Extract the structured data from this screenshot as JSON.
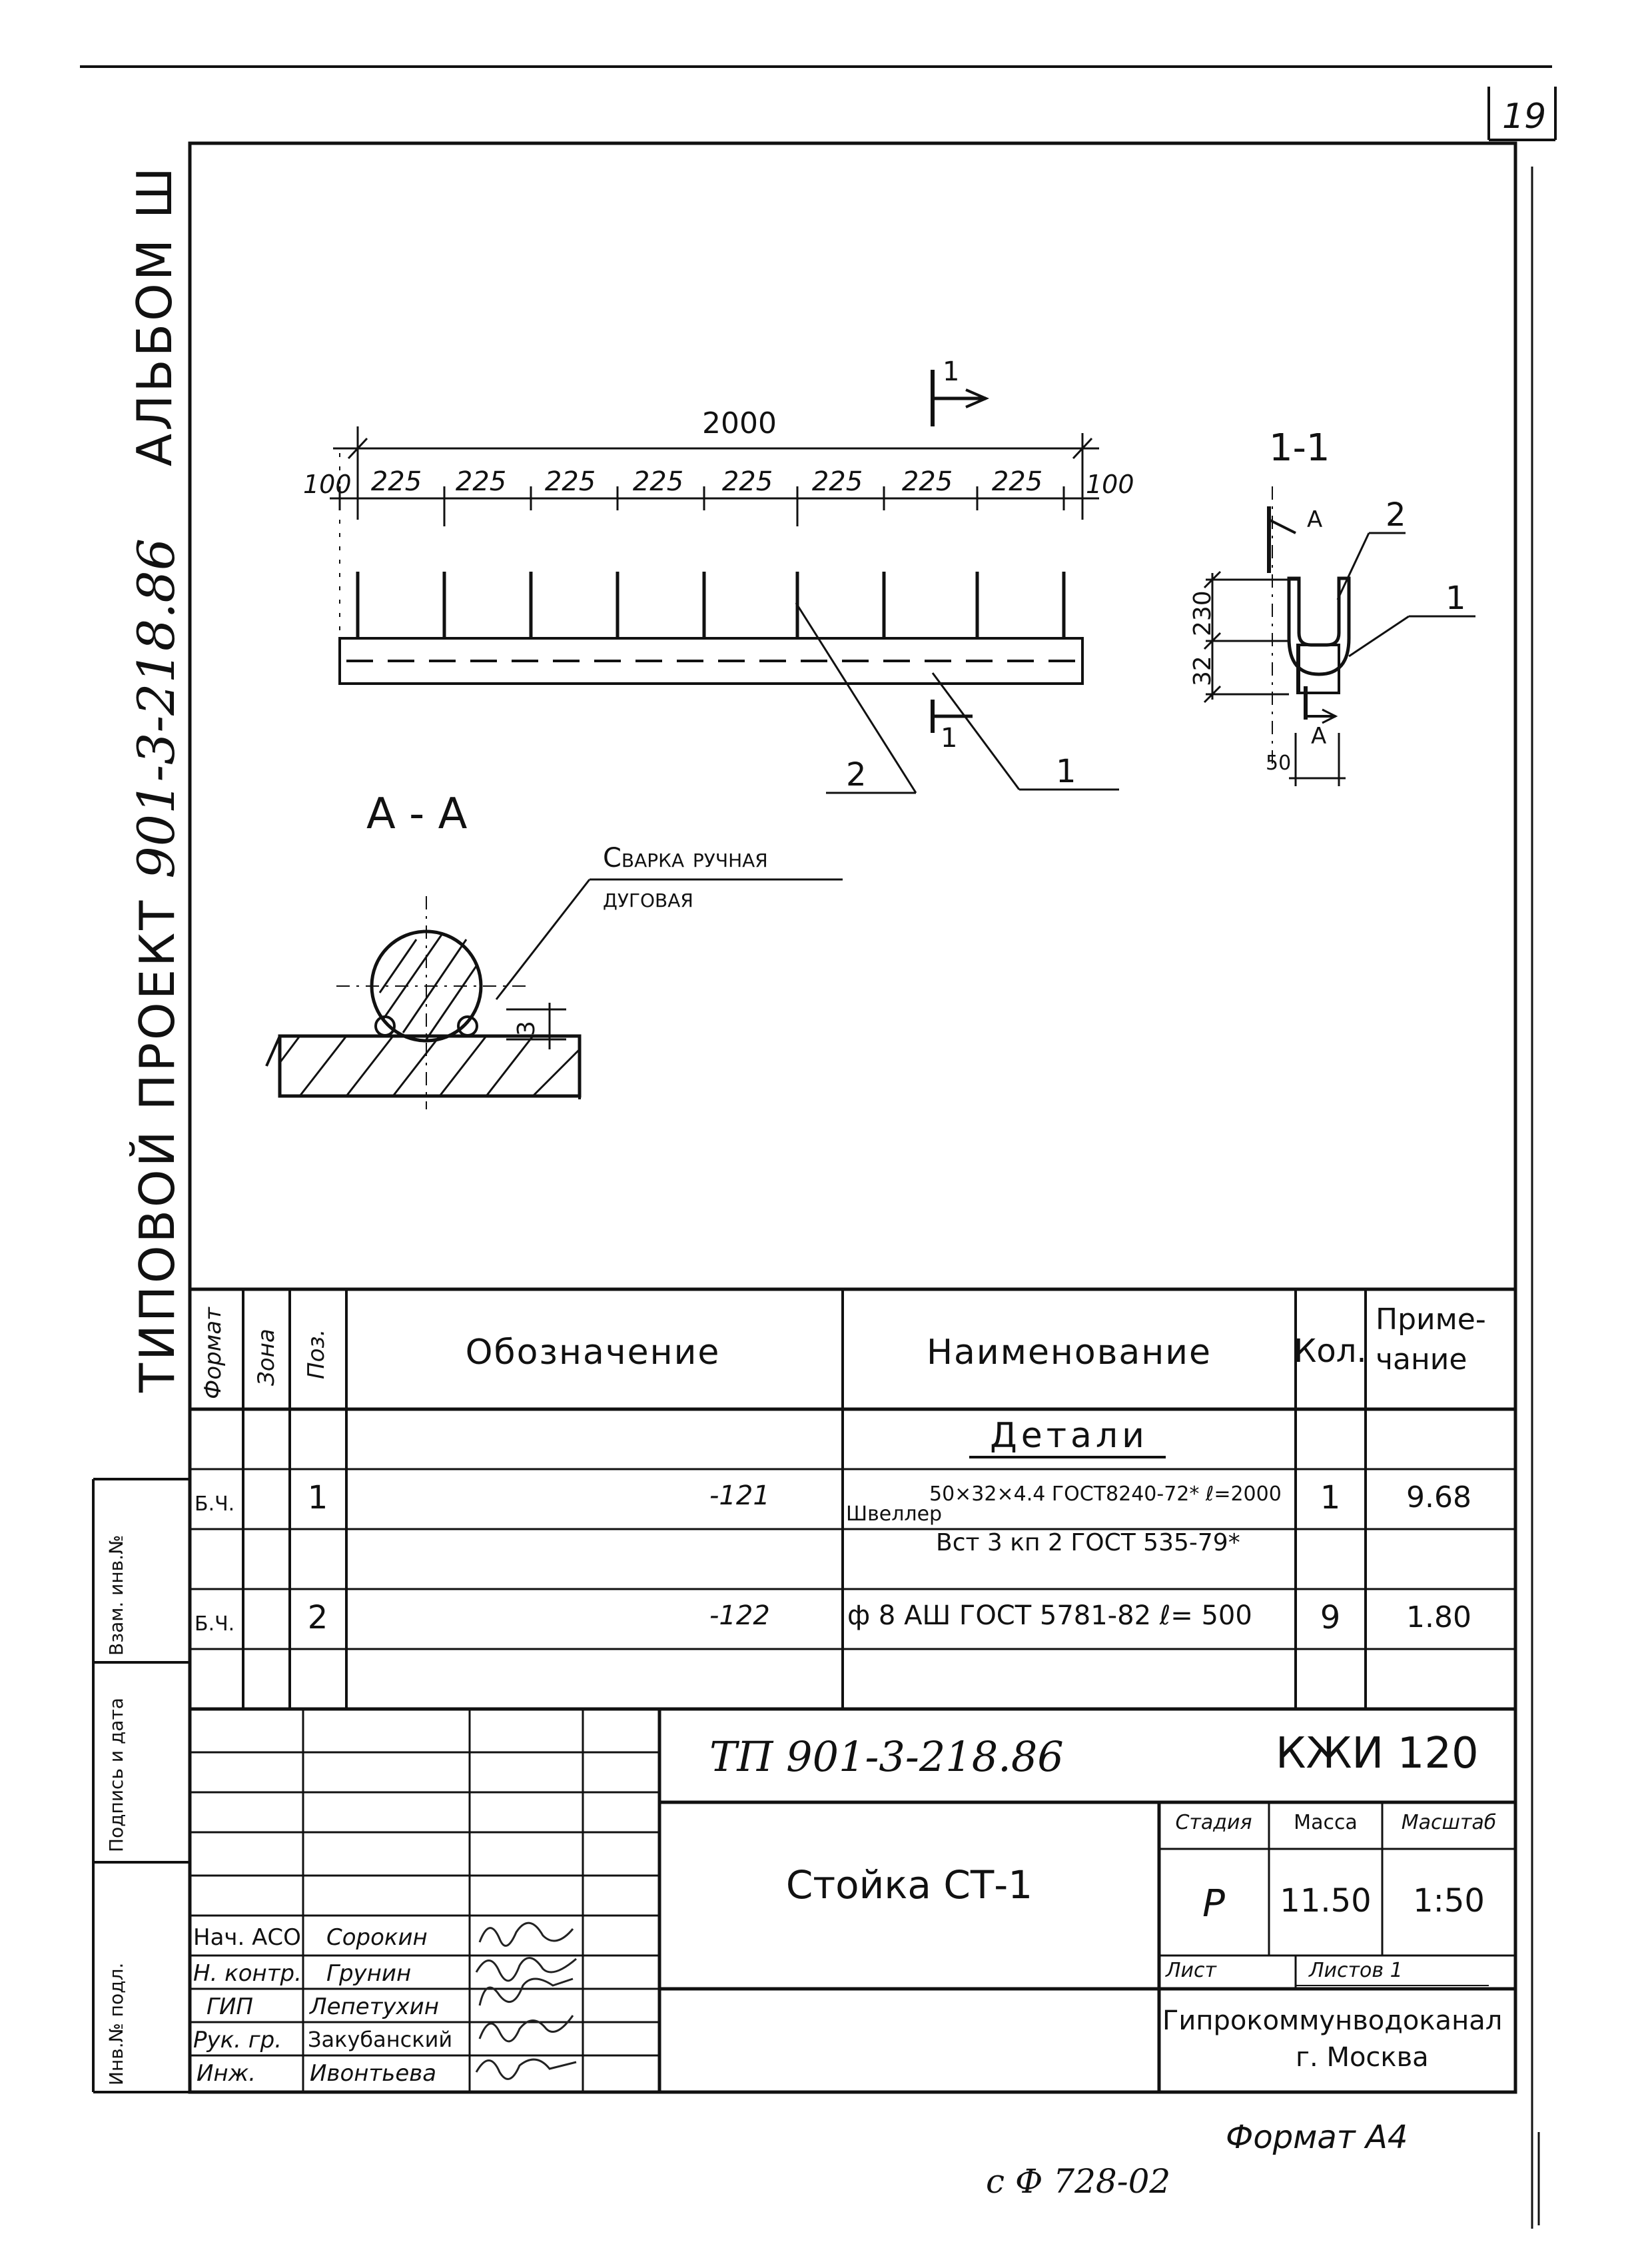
{
  "page_number": "19",
  "side": {
    "album": "АЛЬБОМ Ш",
    "project_prefix": "ТИПОВОЙ ПРОЕКТ",
    "project_code": "901-3-218.86",
    "inv_podl": "Инв.№ подл.",
    "podpis_data": "Подпись и дата",
    "vzam_inv": "Взам. инв.№"
  },
  "drawing": {
    "total_length": "2000",
    "dim_end_left": "100",
    "dim_end_right": "100",
    "spacings": [
      "225",
      "225",
      "225",
      "225",
      "225",
      "225",
      "225",
      "225"
    ],
    "section_mark": "1",
    "section_title": "1-1",
    "pos_1": "1",
    "pos_2": "2",
    "dim_230": "230",
    "dim_32": "32",
    "dim_50": "50",
    "mark_a": "А",
    "detail_title": "А - А",
    "weld_line1": "Сварка ручная",
    "weld_line2": "дуговая",
    "weld_dim": "3"
  },
  "spec": {
    "headers": {
      "format": "Формат",
      "zona": "Зона",
      "poz": "Поз.",
      "oboznachenie": "Обозначение",
      "naimenovanie": "Наименование",
      "kol": "Кол.",
      "primechanie_1": "Приме-",
      "primechanie_2": "чание"
    },
    "section_label": "Детали",
    "rows": [
      {
        "format": "Б.Ч.",
        "poz": "1",
        "oboznachenie": "-121",
        "name_prefix": "Швеллер",
        "name_top": "50×32×4.4 ГОСТ8240-72* ℓ=2000",
        "name_bottom": "Вст 3 кп 2 ГОСТ 535-79*",
        "kol": "1",
        "prim": "9.68"
      },
      {
        "format": "Б.Ч.",
        "poz": "2",
        "oboznachenie": "-122",
        "name": "ф 8 АШ ГОСТ 5781-82 ℓ= 500",
        "kol": "9",
        "prim": "1.80"
      }
    ]
  },
  "titleblock": {
    "doc_code": "ТП 901-3-218.86",
    "sheet_code": "КЖИ 120",
    "title": "Стойка СТ-1",
    "stadia_label": "Стадия",
    "massa_label": "Масса",
    "masshtab_label": "Масштаб",
    "stadia": "Р",
    "massa": "11.50",
    "masshtab": "1:50",
    "list_label": "Лист",
    "listov_label": "Листов 1",
    "org_line1": "Гипрокоммунводоканал",
    "org_line2": "г. Москва",
    "signers": [
      {
        "role": "Нач. АСО",
        "name": "Сорокин"
      },
      {
        "role": "Н. контр.",
        "name": "Грунин"
      },
      {
        "role": "ГИП",
        "name": "Лепетухин"
      },
      {
        "role": "Рук. гр.",
        "name": "Закубанский"
      },
      {
        "role": "Инж.",
        "name": "Ивонтьева"
      }
    ]
  },
  "footer": {
    "format": "Формат А4",
    "stamp": "с Ф 728-02"
  }
}
